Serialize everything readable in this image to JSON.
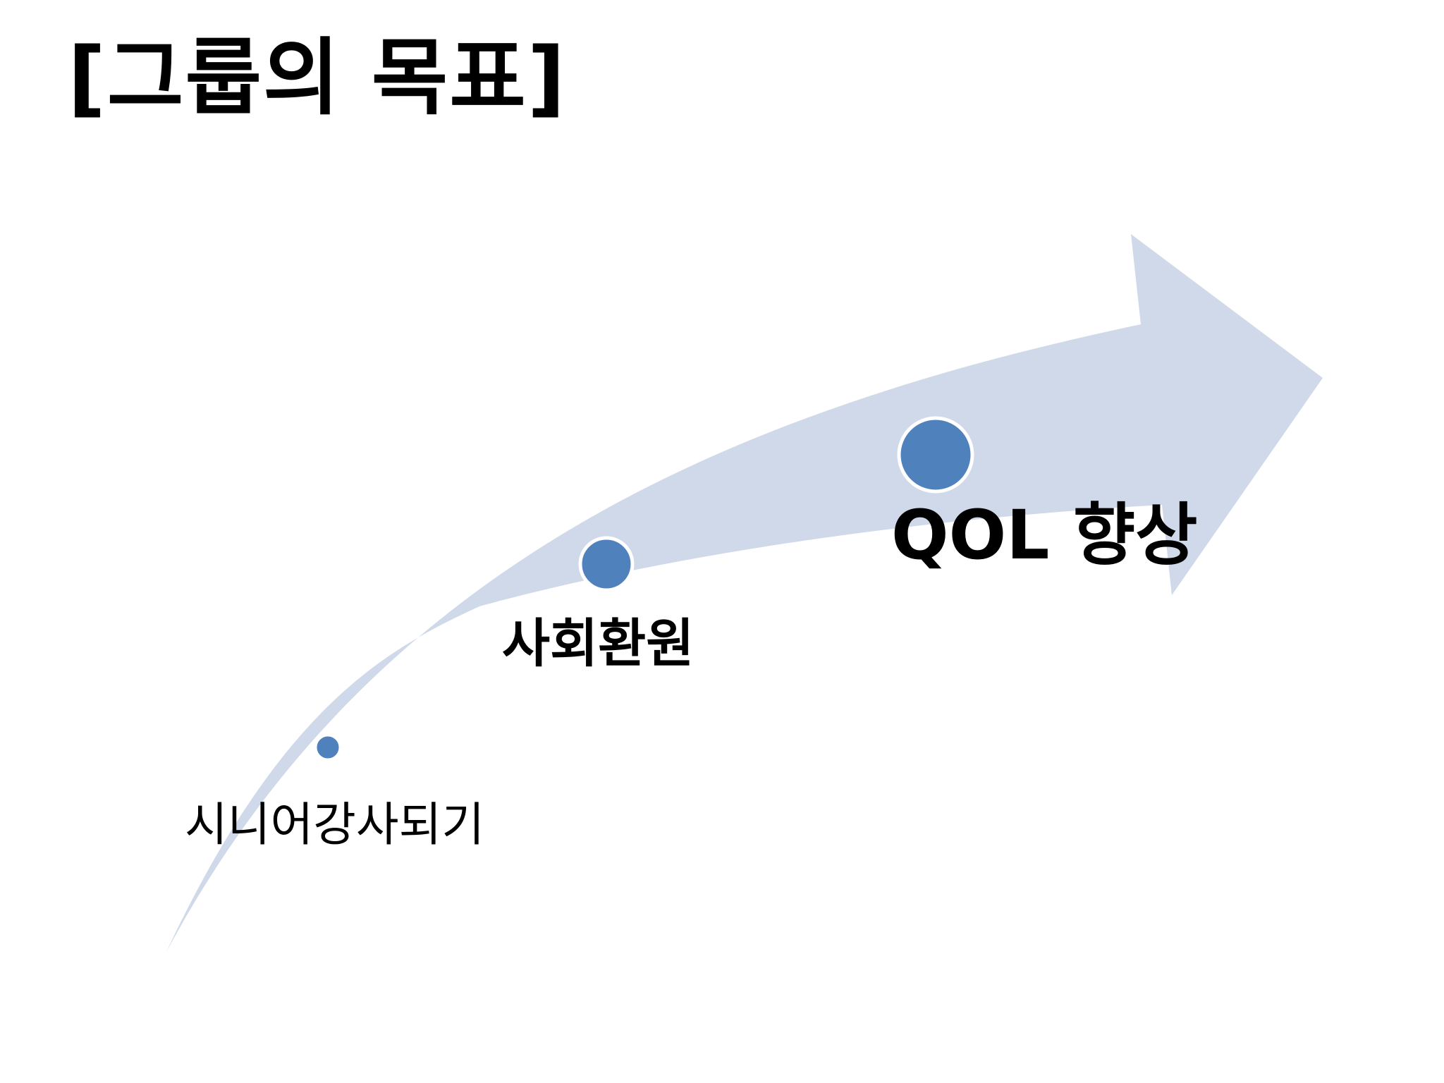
{
  "slide": {
    "title": "[그룹의 목표]"
  },
  "diagram": {
    "arrow_color": "#d0d9e9",
    "dot_color": "#4f81bd",
    "dot_ring_color": "#ffffff",
    "steps": [
      {
        "label": "시니어강사되기",
        "level": 1
      },
      {
        "label": "사회환원",
        "level": 2
      },
      {
        "label": "QOL 향상",
        "level": 3
      }
    ]
  }
}
